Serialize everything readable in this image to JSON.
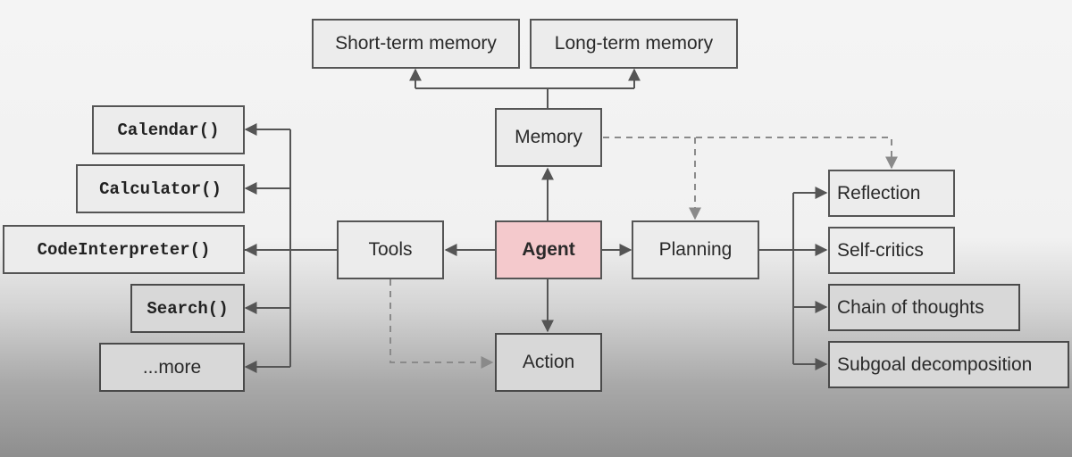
{
  "colors": {
    "agent_fill": "#f4c9cc",
    "box_fill": "#ececec",
    "box_border": "#555555",
    "line": "#555555",
    "dashed_line": "#8a8a8a"
  },
  "nodes": {
    "agent": "Agent",
    "memory": "Memory",
    "short_term_memory": "Short-term memory",
    "long_term_memory": "Long-term memory",
    "tools": "Tools",
    "planning": "Planning",
    "action": "Action",
    "tool_calls": [
      "Calendar()",
      "Calculator()",
      "CodeInterpreter()",
      "Search()",
      "...more"
    ],
    "planning_items": [
      "Reflection",
      "Self-critics",
      "Chain of thoughts",
      "Subgoal decomposition"
    ]
  }
}
